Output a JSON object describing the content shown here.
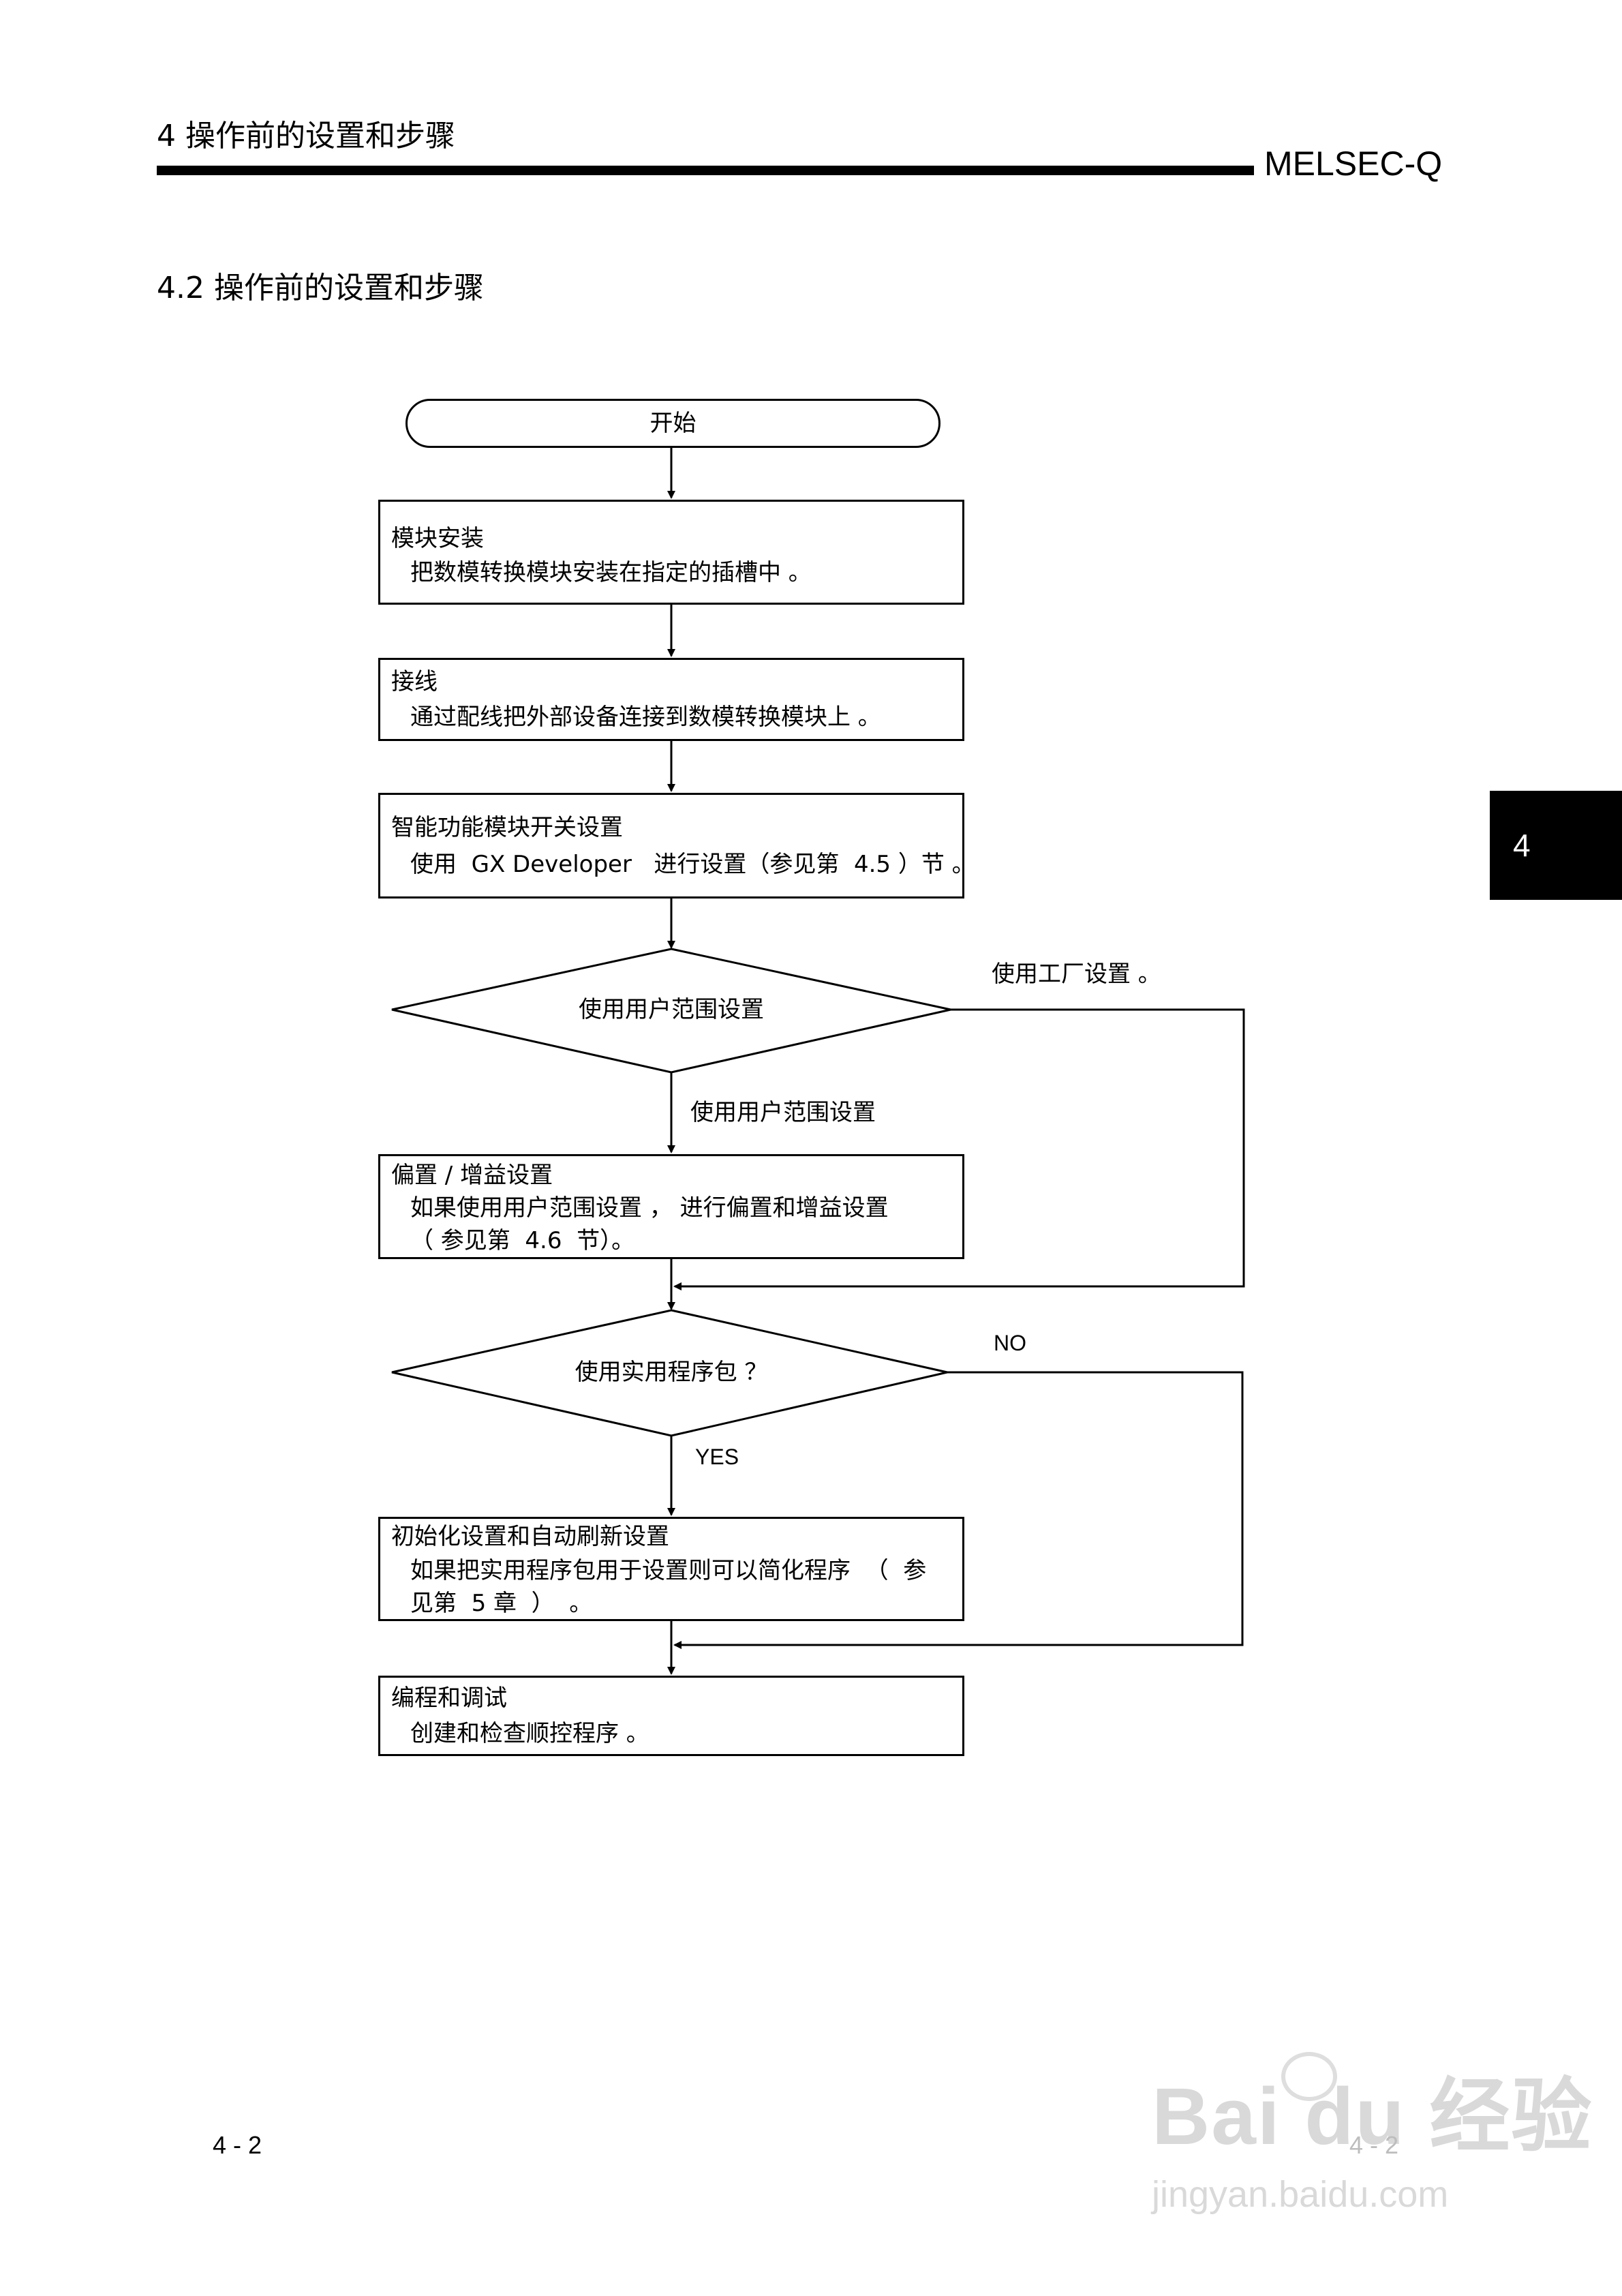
{
  "header": {
    "chapter_title": "4 操作前的设置和步骤",
    "brand": "MELSEC-Q"
  },
  "section": {
    "title": "4.2 操作前的设置和步骤"
  },
  "chapter_tab": "4",
  "flowchart": {
    "start": "开始",
    "steps": [
      {
        "title": "模块安装",
        "desc": "把数模转换模块安装在指定的插槽中 。"
      },
      {
        "title": "接线",
        "desc": "通过配线把外部设备连接到数模转换模块上 。"
      },
      {
        "title": "智能功能模块开关设置",
        "desc": "使用  GX Developer   进行设置（参见第  4.5 ）节 。"
      },
      {
        "title": "偏置 / 增益设置",
        "desc": "如果使用用户范围设置 ， 进行偏置和增益设置\n（ 参见第  4.6  节）。"
      },
      {
        "title": "初始化设置和自动刷新设置",
        "desc": "如果把实用程序包用于设置则可以简化程序  （  参\n见第  5 章  ）  。"
      },
      {
        "title": "编程和调试",
        "desc": "创建和检查顺控程序 。"
      }
    ],
    "decisions": [
      {
        "label": "使用用户范围设置",
        "yes": "使用用户范围设置",
        "no": "使用工厂设置 。"
      },
      {
        "label": "使用实用程序包 ？",
        "yes": "YES",
        "no": "NO"
      }
    ]
  },
  "footer": {
    "page_left": "4 - 2",
    "page_right": "4 - 2"
  },
  "watermark": {
    "brand": "Bai du 经验",
    "url": "jingyan.baidu.com"
  }
}
